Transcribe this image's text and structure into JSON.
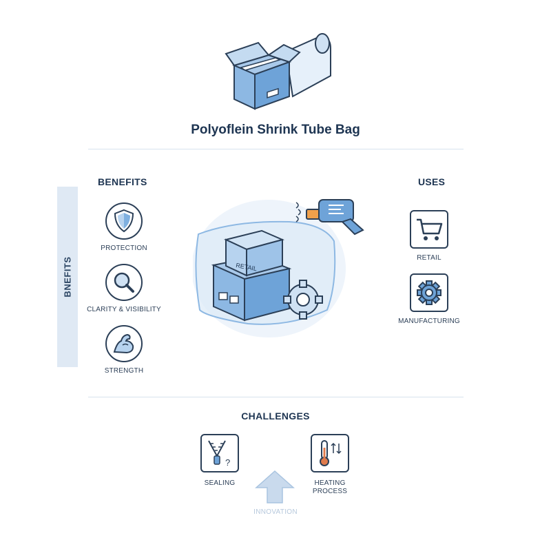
{
  "title": "Polyoflein Shrink Tube Bag",
  "side_label": "BNEFITS",
  "benefits": {
    "heading": "BENEFITS",
    "items": [
      {
        "label": "PROTECTION",
        "icon": "shield-icon"
      },
      {
        "label": "CLARITY & VISIBILITY",
        "icon": "magnifier-icon"
      },
      {
        "label": "STRENGTH",
        "icon": "flexed-arm-icon"
      }
    ]
  },
  "uses": {
    "heading": "USES",
    "items": [
      {
        "label": "RETAIL",
        "icon": "shopping-cart-icon"
      },
      {
        "label": "MANUFACTURING",
        "icon": "gear-icon"
      }
    ]
  },
  "center": {
    "box_label": "RETAIL",
    "icons": [
      "shrink-wrapped-boxes-icon",
      "heat-gun-icon",
      "gear-icon"
    ]
  },
  "challenges": {
    "heading": "CHALLENGES",
    "items": [
      {
        "label": "SEALING",
        "icon": "zipper-question-icon"
      },
      {
        "label_line1": "HEATING",
        "label_line2": "PROCESS",
        "icon": "thermometer-icon"
      }
    ]
  },
  "innovation": {
    "label": "INNOVATION",
    "icon": "up-arrow-icon"
  },
  "colors": {
    "accent": "#5b9bd5",
    "dark": "#1e3552",
    "light_fill": "#dfe9f4"
  }
}
